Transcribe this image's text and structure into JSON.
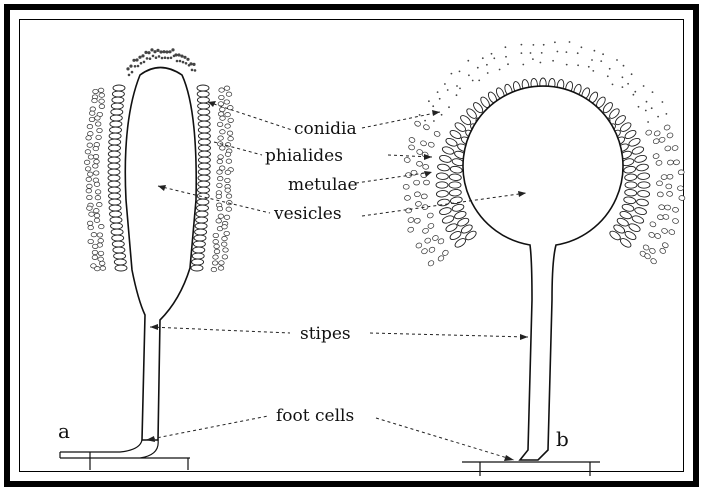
{
  "figure": {
    "panels": [
      {
        "id": "a",
        "label": "a"
      },
      {
        "id": "b",
        "label": "b"
      }
    ],
    "labels": {
      "conidia": "conidia",
      "phialides": "phialides",
      "metulae": "metulae",
      "vesicles": "vesicles",
      "stipes": "stipes",
      "foot_cells": "foot cells"
    }
  }
}
